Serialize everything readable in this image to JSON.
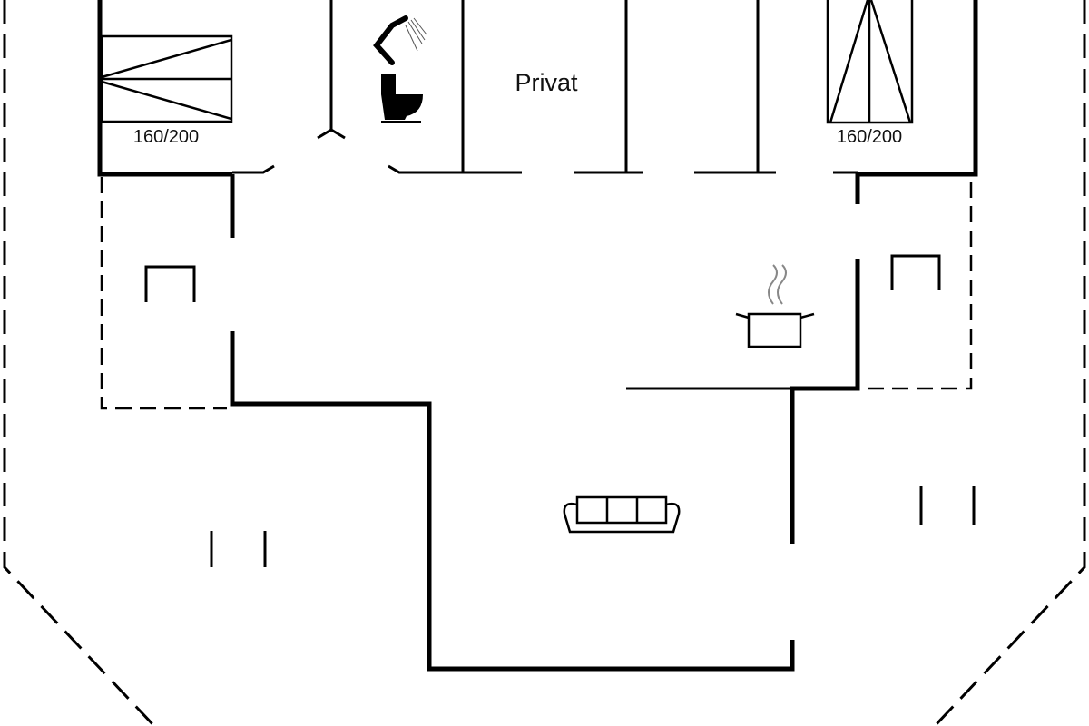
{
  "labels": {
    "bed_left_size": "160/200",
    "bed_right_size": "160/200",
    "private_room": "Privat"
  },
  "icons": [
    "shower-icon",
    "toilet-icon",
    "bed-icon",
    "sofa-icon",
    "cooking-pot-icon"
  ],
  "colors": {
    "wall": "#000000",
    "background": "#ffffff"
  }
}
